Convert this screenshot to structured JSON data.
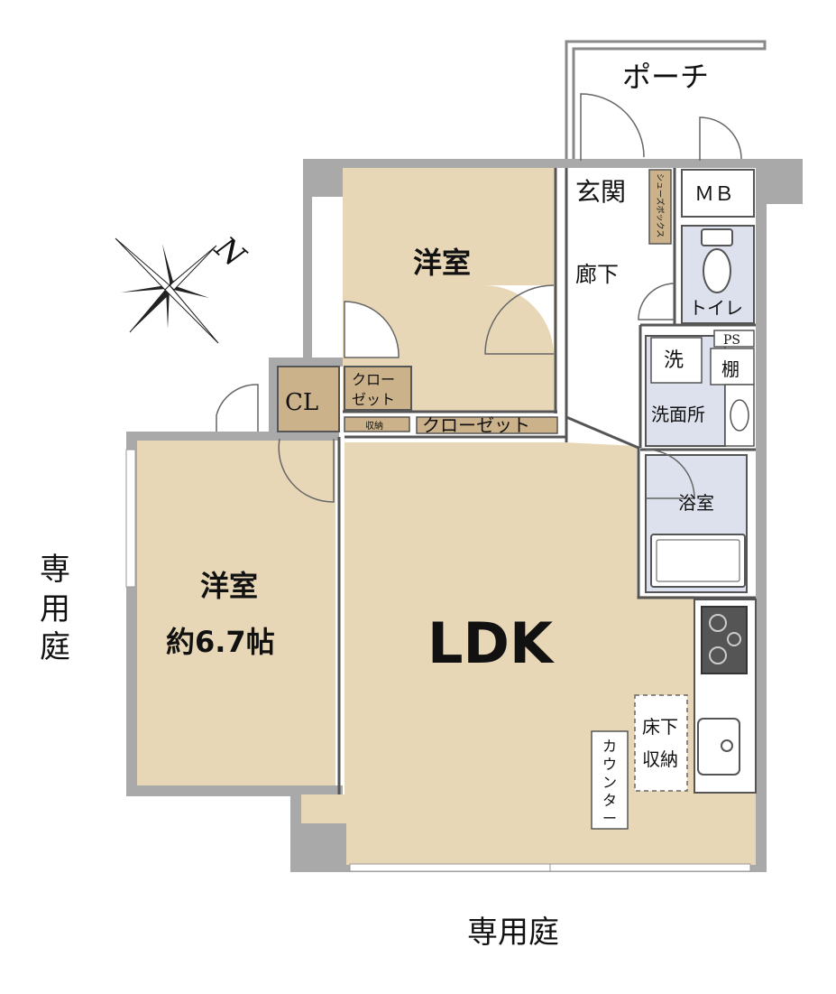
{
  "compass": {
    "north_label": "N"
  },
  "outside": {
    "porch": "ポーチ",
    "garden_bottom": "専用庭",
    "garden_left": [
      "専",
      "用",
      "庭"
    ]
  },
  "rooms": {
    "western_room_top": "洋室",
    "western_room_left": "洋室",
    "western_room_left_size": "約6.7帖",
    "ldk": "LDK",
    "entrance": "玄関",
    "hallway": "廊下",
    "mb": "ＭＢ",
    "toilet": "トイレ",
    "ps": "PS",
    "washer": "洗",
    "shelf": "棚",
    "washroom": "洗面所",
    "bathroom": "浴室",
    "cl": "CL",
    "closet_small_1": "クロー",
    "closet_small_2": "ゼット",
    "storage": "収納",
    "closet_wide": "クローゼット",
    "shoe_box": "シューズボックス",
    "underfloor_1": "床下",
    "underfloor_2": "収納",
    "counter": [
      "カ",
      "ウ",
      "ン",
      "タ",
      "ー"
    ]
  },
  "colors": {
    "wall": "#a9a9a9",
    "tatami_room": "#e7d7b7",
    "closet": "#cbb28a",
    "wet_area": "#dde1ee",
    "hall_floor": "#ffffff",
    "stove": "#555555"
  }
}
